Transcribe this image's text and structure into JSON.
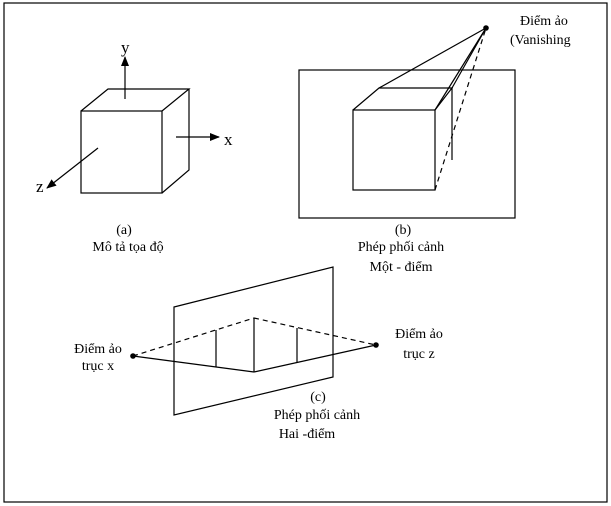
{
  "panel_a": {
    "axis_y": "y",
    "axis_x": "x",
    "axis_z": "z",
    "caption_letter": "(a)",
    "caption": "Mô tả tọa độ"
  },
  "panel_b": {
    "vp_label_1": "Điểm ảo",
    "vp_label_2": "(Vanishing",
    "caption_letter": "(b)",
    "caption_1": "Phép phối cảnh",
    "caption_2": "Một - điểm"
  },
  "panel_c": {
    "left_vp_1": "Điểm ảo",
    "left_vp_2": "trục x",
    "right_vp_1": "Điểm ảo",
    "right_vp_2": "trục z",
    "caption_letter": "(c)",
    "caption_1": "Phép phối cảnh",
    "caption_2": "Hai -điểm"
  }
}
